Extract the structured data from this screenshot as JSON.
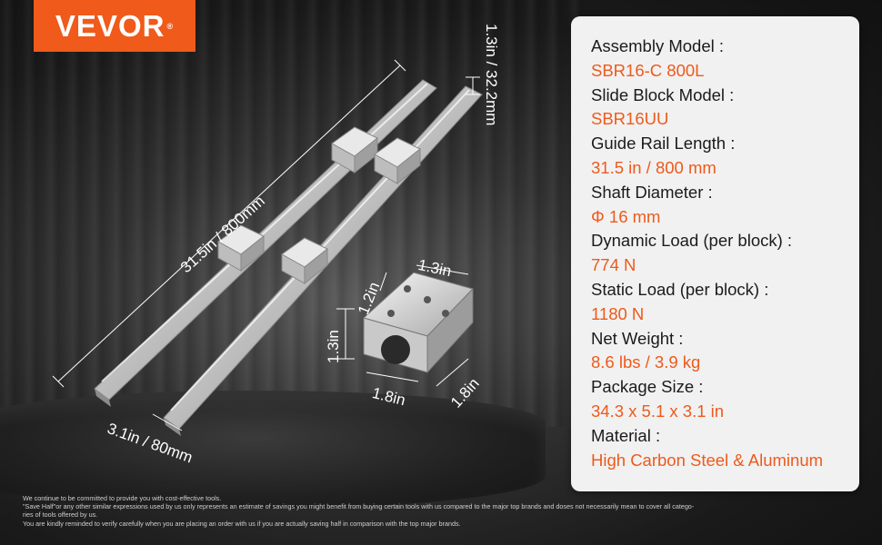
{
  "brand": {
    "logo_text": "VEVOR",
    "logo_mark": "®",
    "color": "#f05a1a"
  },
  "dimensions": {
    "rail_length": "31.5in / 800mm",
    "rail_height": "1.3in / 32.2mm",
    "rail_width": "3.1in / 80mm",
    "block_top": "1.3in",
    "block_height_upper": "1.2in",
    "block_height_side": "1.3in",
    "block_length": "1.8in",
    "block_depth": "1.8in"
  },
  "specs": [
    {
      "label": "Assembly Model :",
      "value": "SBR16-C  800L"
    },
    {
      "label": "Slide Block Model :",
      "value": "SBR16UU"
    },
    {
      "label": "Guide Rail Length :",
      "value": "31.5 in / 800 mm"
    },
    {
      "label": "Shaft Diameter :",
      "value": "Φ 16 mm"
    },
    {
      "label": "Dynamic Load (per block) :",
      "value": "774 N"
    },
    {
      "label": "Static Load (per block) :",
      "value": "1180 N"
    },
    {
      "label": "Net Weight :",
      "value": "8.6 lbs / 3.9 kg"
    },
    {
      "label": "Package Size :",
      "value": "34.3 x 5.1 x 3.1 in"
    },
    {
      "label": "Material :",
      "value": "High Carbon Steel & Aluminum"
    }
  ],
  "colors": {
    "accent": "#ee5a1c",
    "panel": "#f1f1f1"
  },
  "footnote": [
    "We continue to be committed to provide you with cost-effective tools.",
    "\"Save Half\"or any other similar expressions used by us only represents an estimate of savings you might benefit from buying certain tools with us compared to the major top brands and doses not necessarily mean to cover all catego-",
    "ries of tools offered by us.",
    "You are kindly reminded to verify carefully when you are placing an order with us if you are actually saving half in comparison with the top major brands."
  ]
}
